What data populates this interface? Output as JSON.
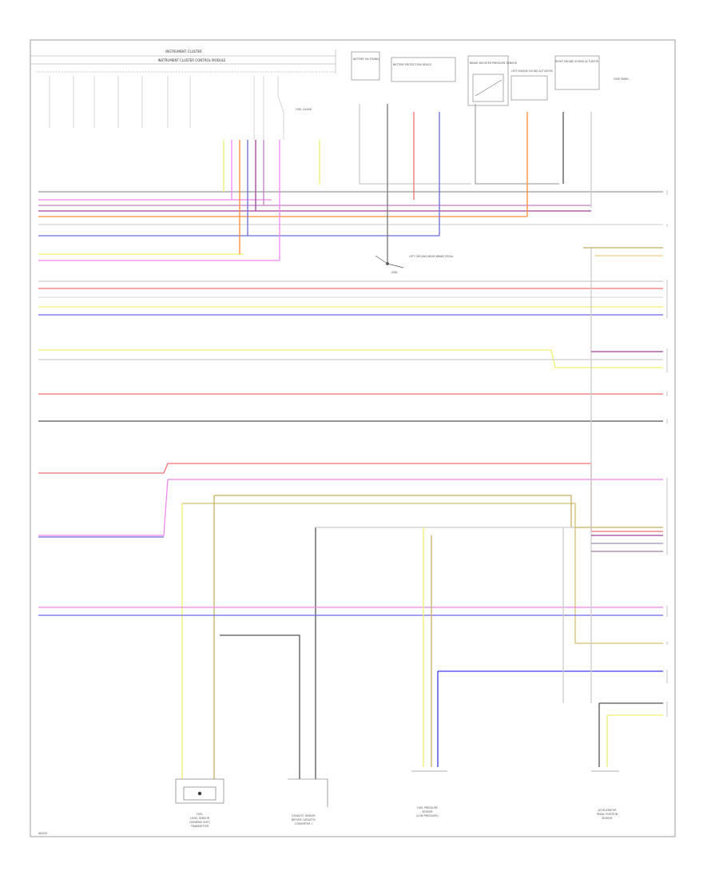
{
  "header": {
    "instrument_cluster": "INSTRUMENT CLUSTER",
    "control_module": "INSTRUMENT CLUSTER CONTROL MODULE",
    "fuel_gauge": "FUEL GAUGE"
  },
  "top_components": [
    "BATTERY (IN TRUNK)",
    "BATTERY PROTECTION DEVICE",
    "BRAKE BOOSTER PRESSURE SENSOR",
    "LEFT ENGINE SOUND ACTUATOR",
    "RIGHT ENGINE SOUND ACTUATOR",
    "FUSE PANEL"
  ],
  "bottom_components": [
    {
      "id": "fuel_level",
      "lines": [
        "FUEL",
        "LEVEL SENSOR",
        "(SENDING UNIT)",
        "TRANSMITTER"
      ]
    },
    {
      "id": "exhaust_sensor",
      "lines": [
        "EXHAUST SENSOR",
        "BEFORE CATALYTIC",
        "CONVERTER 1"
      ]
    },
    {
      "id": "fuel_pressure",
      "lines": [
        "FUEL PRESSURE",
        "SENSOR",
        "(LOW PRESSURE)"
      ]
    },
    {
      "id": "accel_sensor",
      "lines": [
        "ACCELERATOR",
        "PEDAL POSITION",
        "SENSOR"
      ]
    }
  ],
  "misc": {
    "left_ground": "LEFT GROUND NEAR BRAKE PEDAL",
    "ground": "GND",
    "page_code": "W0400"
  }
}
